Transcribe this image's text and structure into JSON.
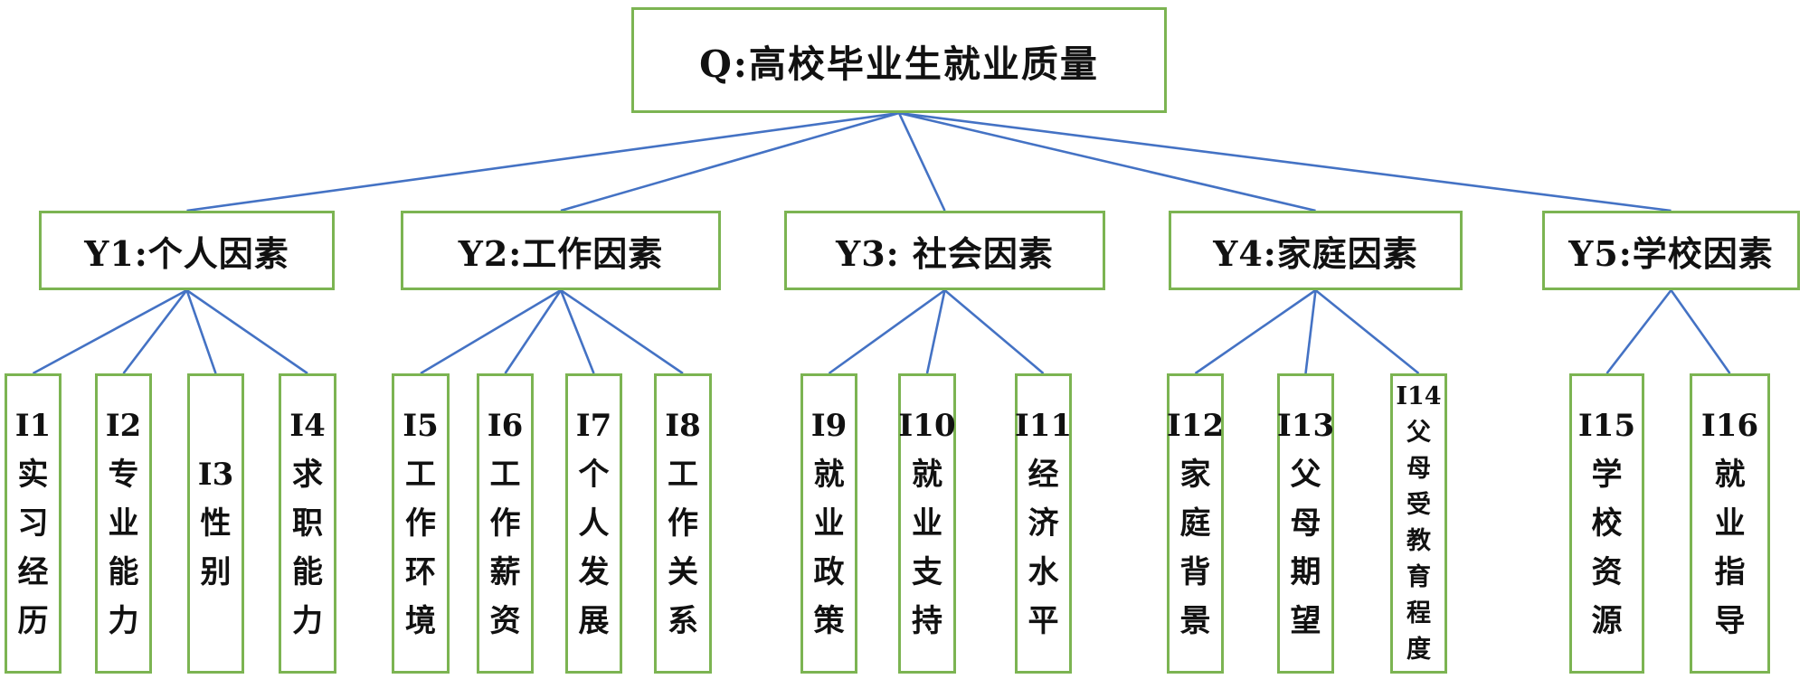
{
  "diagram": {
    "title": "Q:高校毕业生就业质量",
    "root": {
      "label": "Q:高校毕业生就业质量"
    },
    "groups": [
      {
        "label": "Y1:个人因素",
        "items": [
          {
            "code": "I1",
            "label": "实习经历"
          },
          {
            "code": "I2",
            "label": "专业能力"
          },
          {
            "code": "I3",
            "label": "性别"
          },
          {
            "code": "I4",
            "label": "求职能力"
          }
        ]
      },
      {
        "label": "Y2:工作因素",
        "items": [
          {
            "code": "I5",
            "label": "工作环境"
          },
          {
            "code": "I6",
            "label": "工作薪资"
          },
          {
            "code": "I7",
            "label": "个人发展"
          },
          {
            "code": "I8",
            "label": "工作关系"
          }
        ]
      },
      {
        "label": "Y3: 社会因素",
        "items": [
          {
            "code": "I9",
            "label": "就业政策"
          },
          {
            "code": "I10",
            "label": "就业支持"
          },
          {
            "code": "I11",
            "label": "经济水平"
          }
        ]
      },
      {
        "label": "Y4:家庭因素",
        "items": [
          {
            "code": "I12",
            "label": "家庭背景"
          },
          {
            "code": "I13",
            "label": "父母期望"
          },
          {
            "code": "I14",
            "label": "父母受教育程度"
          }
        ]
      },
      {
        "label": "Y5:学校因素",
        "items": [
          {
            "code": "I15",
            "label": "学校资源"
          },
          {
            "code": "I16",
            "label": "就业指导"
          }
        ]
      }
    ],
    "colors": {
      "box_border": "#7CB452",
      "connector": "#4472C4",
      "text": "#111111",
      "background": "#FFFFFF"
    }
  }
}
